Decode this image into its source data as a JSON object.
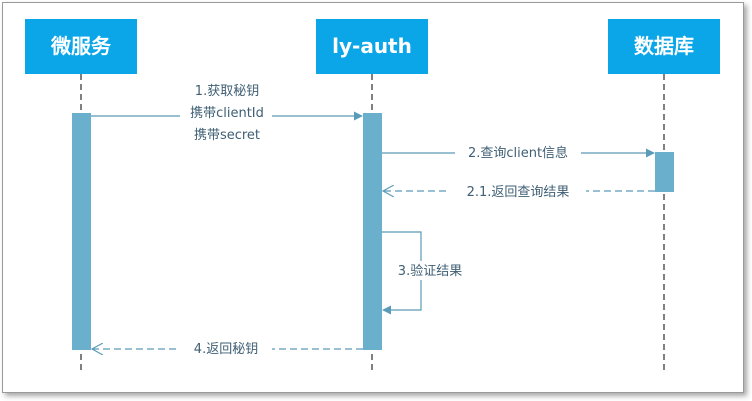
{
  "actors": {
    "microservice": {
      "label": "微服务"
    },
    "auth": {
      "label": "ly-auth"
    },
    "database": {
      "label": "数据库"
    }
  },
  "messages": {
    "m1_line1": "1.获取秘钥",
    "m1_line2": "携带clientId",
    "m1_line3": "携带secret",
    "m2": "2.查询client信息",
    "m21": "2.1.返回查询结果",
    "m3": "3.验证结果",
    "m4": "4.返回秘钥"
  },
  "colors": {
    "actor_fill": "#0aa6e8",
    "activation_fill": "#6aafcc",
    "arrow": "#5a9bb8"
  }
}
